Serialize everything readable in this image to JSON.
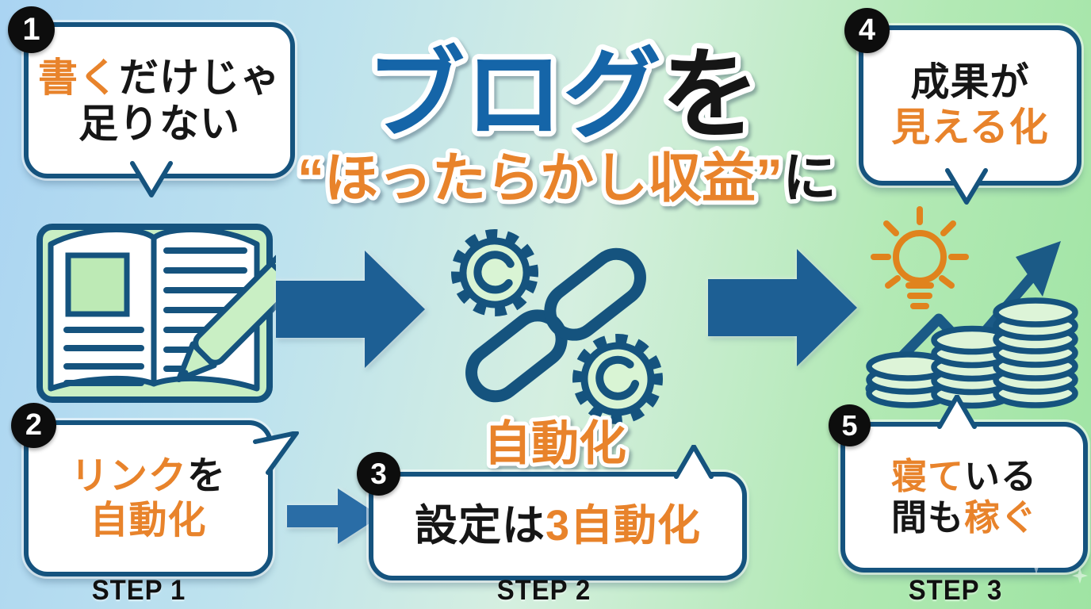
{
  "title": {
    "line1": [
      {
        "text": "ブログ",
        "color": "#1565a8"
      },
      {
        "text": "を",
        "color": "#161616"
      }
    ],
    "line2": [
      {
        "text": "“ほったらかし収益”",
        "color": "#e8832b"
      },
      {
        "text": "に",
        "color": "#161616"
      }
    ]
  },
  "center_label": {
    "text": "自動化",
    "color": "#e8832b"
  },
  "bubbles": [
    {
      "number": "1",
      "lines": [
        [
          {
            "text": "書く",
            "color": "orange"
          },
          {
            "text": "だけじゃ",
            "color": "black"
          }
        ],
        [
          {
            "text": "足りない",
            "color": "black"
          }
        ]
      ]
    },
    {
      "number": "2",
      "lines": [
        [
          {
            "text": "リンク",
            "color": "orange"
          },
          {
            "text": "を",
            "color": "black"
          }
        ],
        [
          {
            "text": "自動化",
            "color": "orange"
          }
        ]
      ]
    },
    {
      "number": "3",
      "lines": [
        [
          {
            "text": "設定は",
            "color": "black"
          },
          {
            "text": "3自動化",
            "color": "orange"
          }
        ]
      ]
    },
    {
      "number": "4",
      "lines": [
        [
          {
            "text": "成果が",
            "color": "black"
          }
        ],
        [
          {
            "text": "見える化",
            "color": "orange"
          }
        ]
      ]
    },
    {
      "number": "5",
      "lines": [
        [
          {
            "text": "寝て",
            "color": "orange"
          },
          {
            "text": "いる",
            "color": "black"
          }
        ],
        [
          {
            "text": "間も",
            "color": "black"
          },
          {
            "text": "稼ぐ",
            "color": "orange"
          }
        ]
      ]
    }
  ],
  "steps": [
    {
      "label": "STEP 1"
    },
    {
      "label": "STEP 2"
    },
    {
      "label": "STEP 3"
    }
  ],
  "icons": [
    {
      "name": "open book with pen"
    },
    {
      "name": "chain link with gears"
    },
    {
      "name": "coin stacks with growth arrow and lightbulb"
    }
  ],
  "colors": {
    "accent_orange": "#e8832b",
    "title_blue": "#1565a8",
    "navy_outline": "#15537e",
    "arrow_blue": "#1d5f94",
    "small_arrow_blue": "#2a6da6",
    "bubble_bg": "#ffffff",
    "number_circle": "#0d0d0d",
    "bg_blue": "#aad4f2",
    "bg_green": "#9fe4a3",
    "icon_fill_green": "#d9f4d4",
    "lightbulb_orange": "#e0831d"
  }
}
